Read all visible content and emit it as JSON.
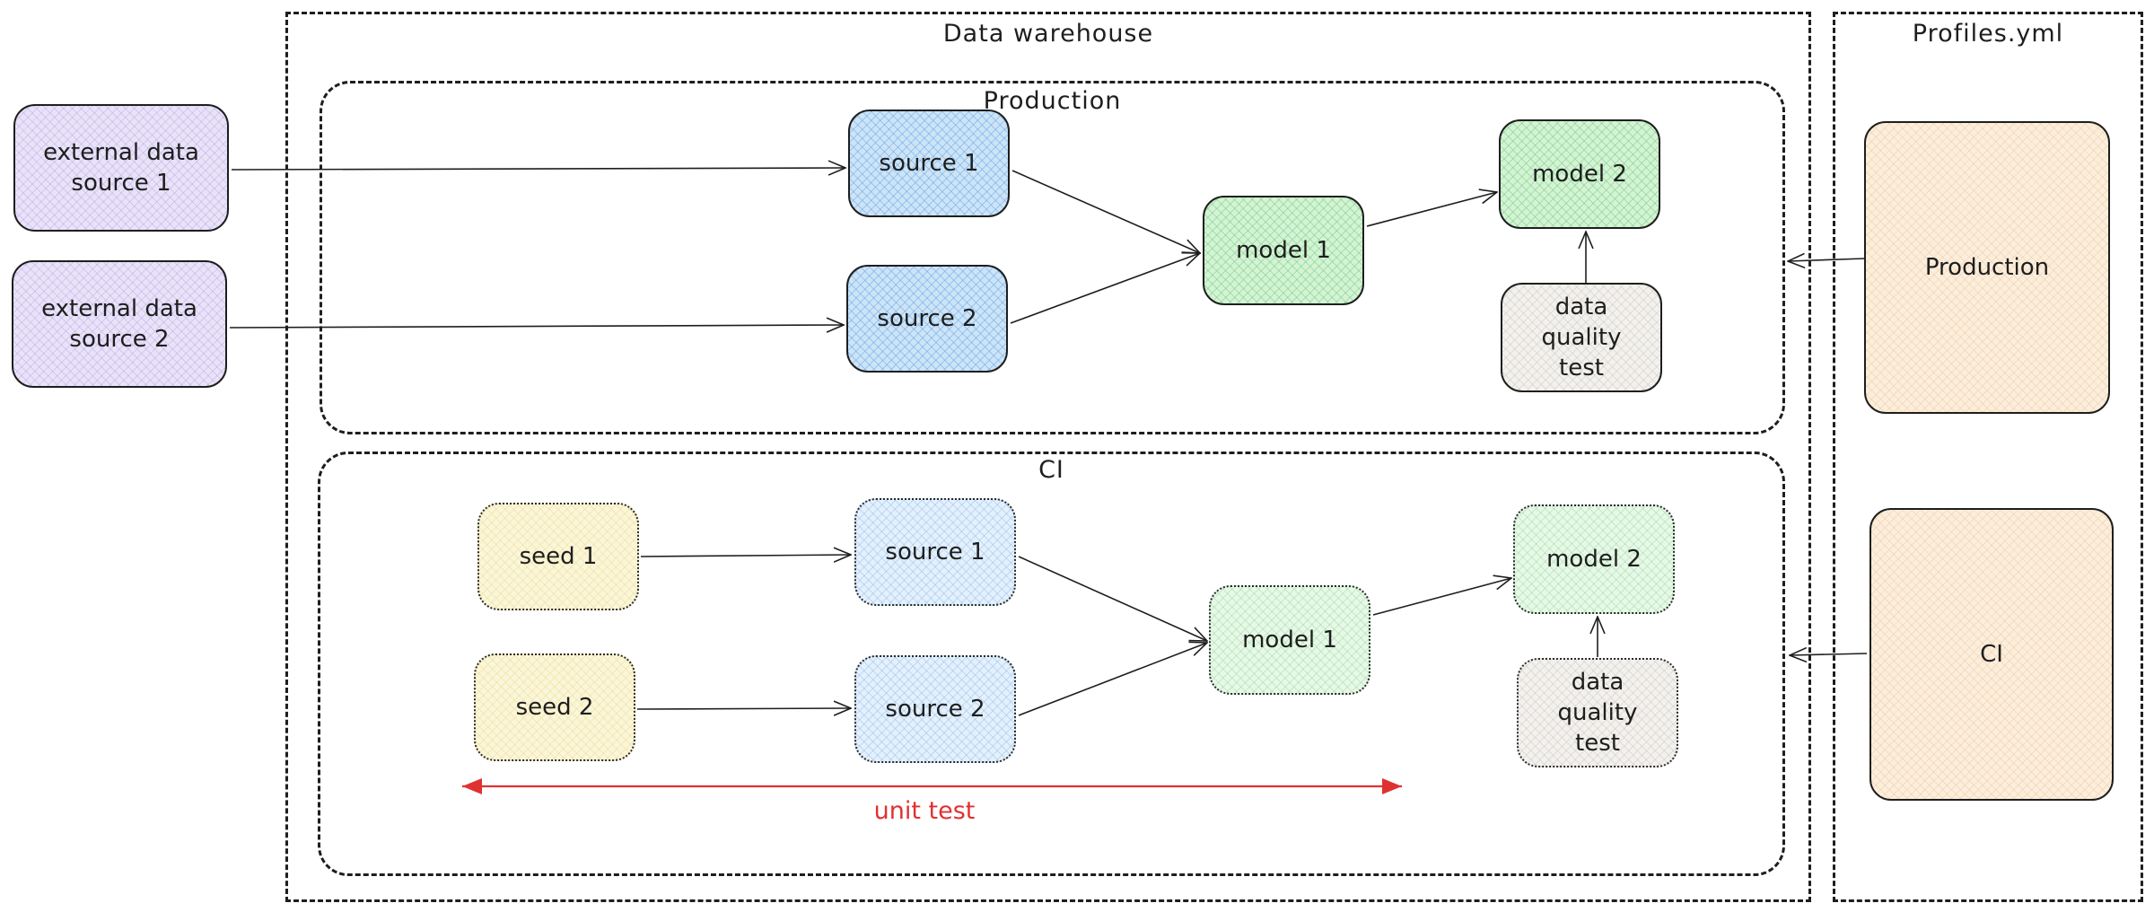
{
  "frames": {
    "warehouse": "Data warehouse",
    "profiles": "Profiles.yml",
    "production": "Production",
    "ci": "CI"
  },
  "external": {
    "source1": [
      "external data",
      "source 1"
    ],
    "source2": [
      "external data",
      "source 2"
    ]
  },
  "production": {
    "source1": "source 1",
    "source2": "source 2",
    "model1": "model 1",
    "model2": "model 2",
    "test": [
      "data",
      "quality",
      "test"
    ]
  },
  "ci": {
    "seed1": "seed 1",
    "seed2": "seed 2",
    "source1": "source 1",
    "source2": "source 2",
    "model1": "model 1",
    "model2": "model 2",
    "test": [
      "data",
      "quality",
      "test"
    ],
    "unit_test": "unit test"
  },
  "profiles": {
    "production": "Production",
    "ci": "CI"
  },
  "colors": {
    "stroke": "#1e1e1e",
    "unit_test": "#e03131"
  }
}
